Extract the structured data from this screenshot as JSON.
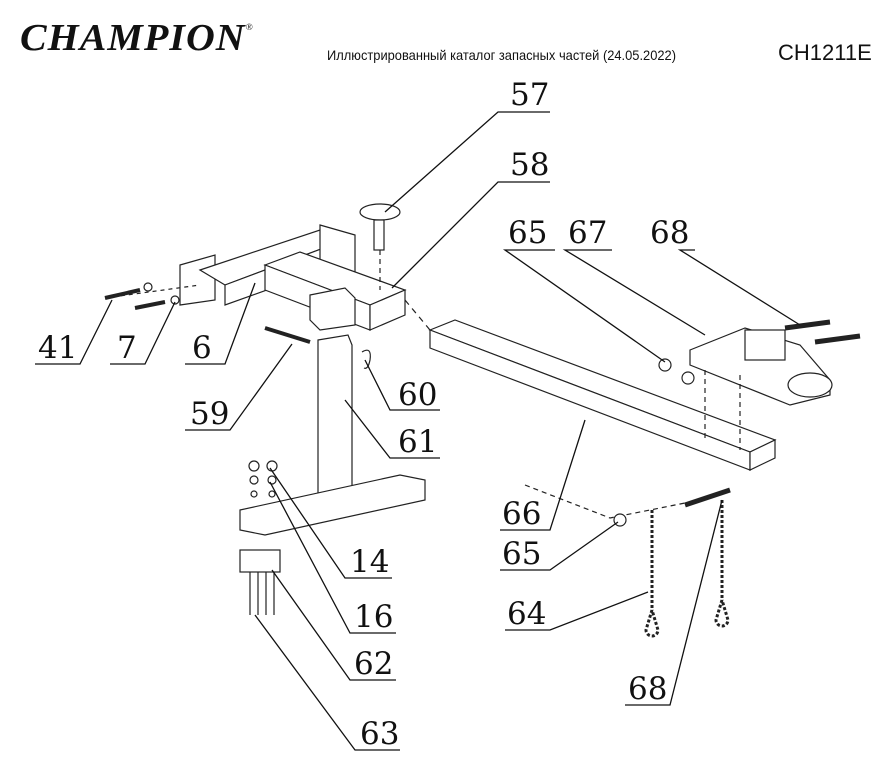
{
  "header": {
    "brand": "CHAMPION",
    "registered_mark": "®",
    "title": "Иллюстрированный каталог запасных частей (24.05.2022)",
    "model": "CH1211E"
  },
  "callouts": [
    {
      "number": "57"
    },
    {
      "number": "58"
    },
    {
      "number": "65"
    },
    {
      "number": "67"
    },
    {
      "number": "68"
    },
    {
      "number": "41"
    },
    {
      "number": "7"
    },
    {
      "number": "6"
    },
    {
      "number": "59"
    },
    {
      "number": "60"
    },
    {
      "number": "61"
    },
    {
      "number": "14"
    },
    {
      "number": "16"
    },
    {
      "number": "62"
    },
    {
      "number": "63"
    },
    {
      "number": "66"
    },
    {
      "number": "65"
    },
    {
      "number": "64"
    },
    {
      "number": "68"
    }
  ]
}
